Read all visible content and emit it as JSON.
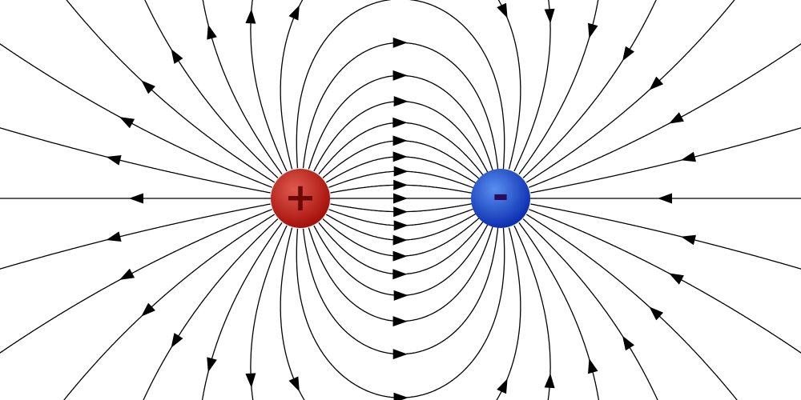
{
  "diagram": {
    "type": "electric-dipole-field-lines",
    "colors": {
      "background": "#ffffff",
      "field_line": "#000000",
      "arrow": "#000000",
      "positive_charge_light": "#e05a4e",
      "positive_charge_dark": "#a5100b",
      "positive_symbol": "#6a0a06",
      "negative_charge_light": "#5a8ff0",
      "negative_charge_dark": "#0c2fb0",
      "negative_symbol": "#2a0d5a"
    },
    "charges": [
      {
        "name": "positive",
        "label": "+",
        "icon": "positive-charge-icon"
      },
      {
        "name": "negative",
        "label": "-",
        "icon": "negative-charge-icon"
      }
    ]
  }
}
